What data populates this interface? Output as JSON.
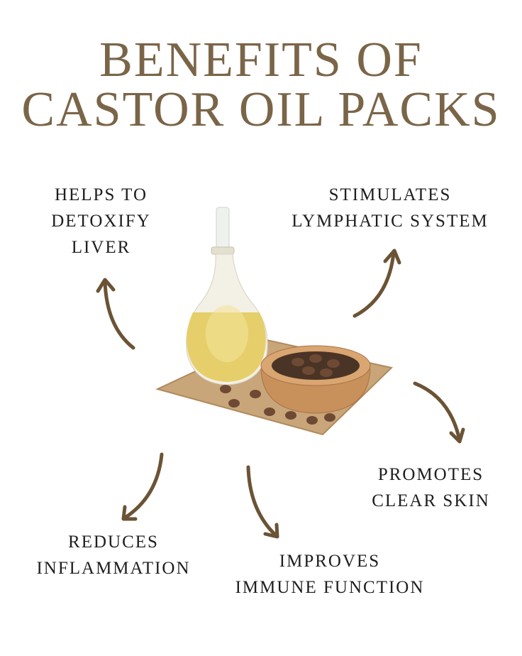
{
  "title": {
    "line1": "BENEFITS OF",
    "line2": "CASTOR OIL PACKS"
  },
  "colors": {
    "title": "#7a6548",
    "arrow": "#6b5335",
    "text": "#1e1e1e"
  },
  "benefits": [
    {
      "line1": "HELPS TO",
      "line2": "DETOXIFY",
      "line3": "LIVER"
    },
    {
      "line1": "STIMULATES",
      "line2": "LYMPHATIC SYSTEM"
    },
    {
      "line1": "PROMOTES",
      "line2": "CLEAR SKIN"
    },
    {
      "line1": "REDUCES",
      "line2": "INFLAMMATION"
    },
    {
      "line1": "IMPROVES",
      "line2": "IMMUNE FUNCTION"
    }
  ]
}
